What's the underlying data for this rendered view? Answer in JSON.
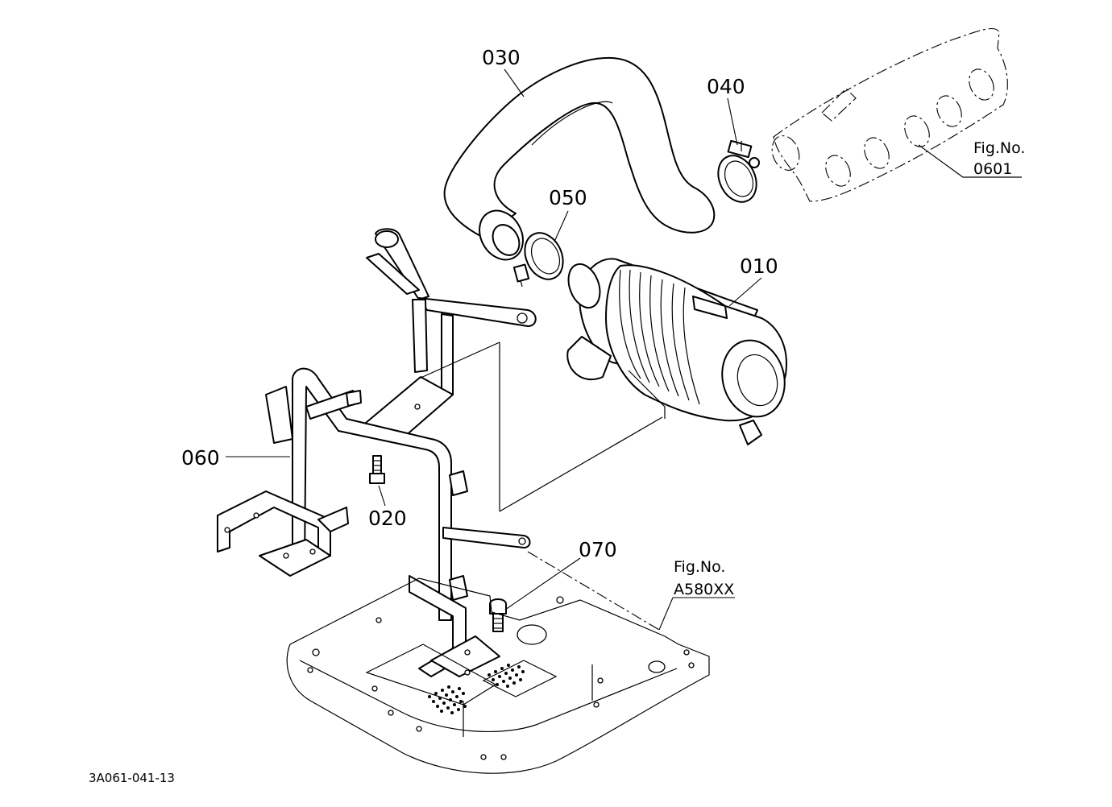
{
  "callouts": {
    "p010": "010",
    "p020": "020",
    "p030": "030",
    "p040": "040",
    "p050": "050",
    "p060": "060",
    "p070": "070"
  },
  "references": {
    "manifold_fig_label": "Fig.No.",
    "manifold_fig_number": "0601",
    "plate_fig_label": "Fig.No.",
    "plate_fig_number": "A580XX"
  },
  "drawing_code": "3A061-041-13"
}
